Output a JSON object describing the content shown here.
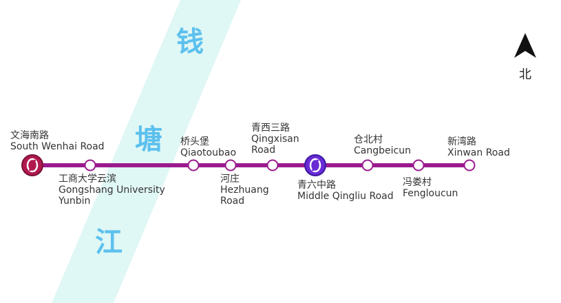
{
  "colors": {
    "line": "#9b1b8e",
    "river": "#dff7f5",
    "river_text": "#5cc0ee",
    "interchange_start": "#b1194f",
    "interchange_mid": "#6a2bd6",
    "station_fill": "#ffffff"
  },
  "river": {
    "chars": [
      "钱",
      "塘",
      "江"
    ]
  },
  "north": {
    "label": "北",
    "icon": "north-arrow-icon"
  },
  "stations": [
    {
      "id": "south-wenhai-road",
      "zh": "文海南路",
      "en": [
        "South Wenhai Road"
      ],
      "interchange": true
    },
    {
      "id": "gongshang-university-yunbin",
      "zh": "工商大学云滨",
      "en": [
        "Gongshang University",
        "Yunbin"
      ],
      "interchange": false
    },
    {
      "id": "qiaotoubao",
      "zh": "桥头堡",
      "en": [
        "Qiaotoubao"
      ],
      "interchange": false
    },
    {
      "id": "hezhuang-road",
      "zh": "河庄",
      "en": [
        "Hezhuang",
        "Road"
      ],
      "interchange": false
    },
    {
      "id": "qingxisan-road",
      "zh": "青西三路",
      "en": [
        "Qingxisan",
        "Road"
      ],
      "interchange": false
    },
    {
      "id": "middle-qingliu-road",
      "zh": "青六中路",
      "en": [
        "Middle Qingliu Road"
      ],
      "interchange": true
    },
    {
      "id": "cangbeicun",
      "zh": "仓北村",
      "en": [
        "Cangbeicun"
      ],
      "interchange": false
    },
    {
      "id": "fengloucun",
      "zh": "冯娄村",
      "en": [
        "Fengloucun"
      ],
      "interchange": false
    },
    {
      "id": "xinwan-road",
      "zh": "新湾路",
      "en": [
        "Xinwan Road"
      ],
      "interchange": false
    }
  ]
}
